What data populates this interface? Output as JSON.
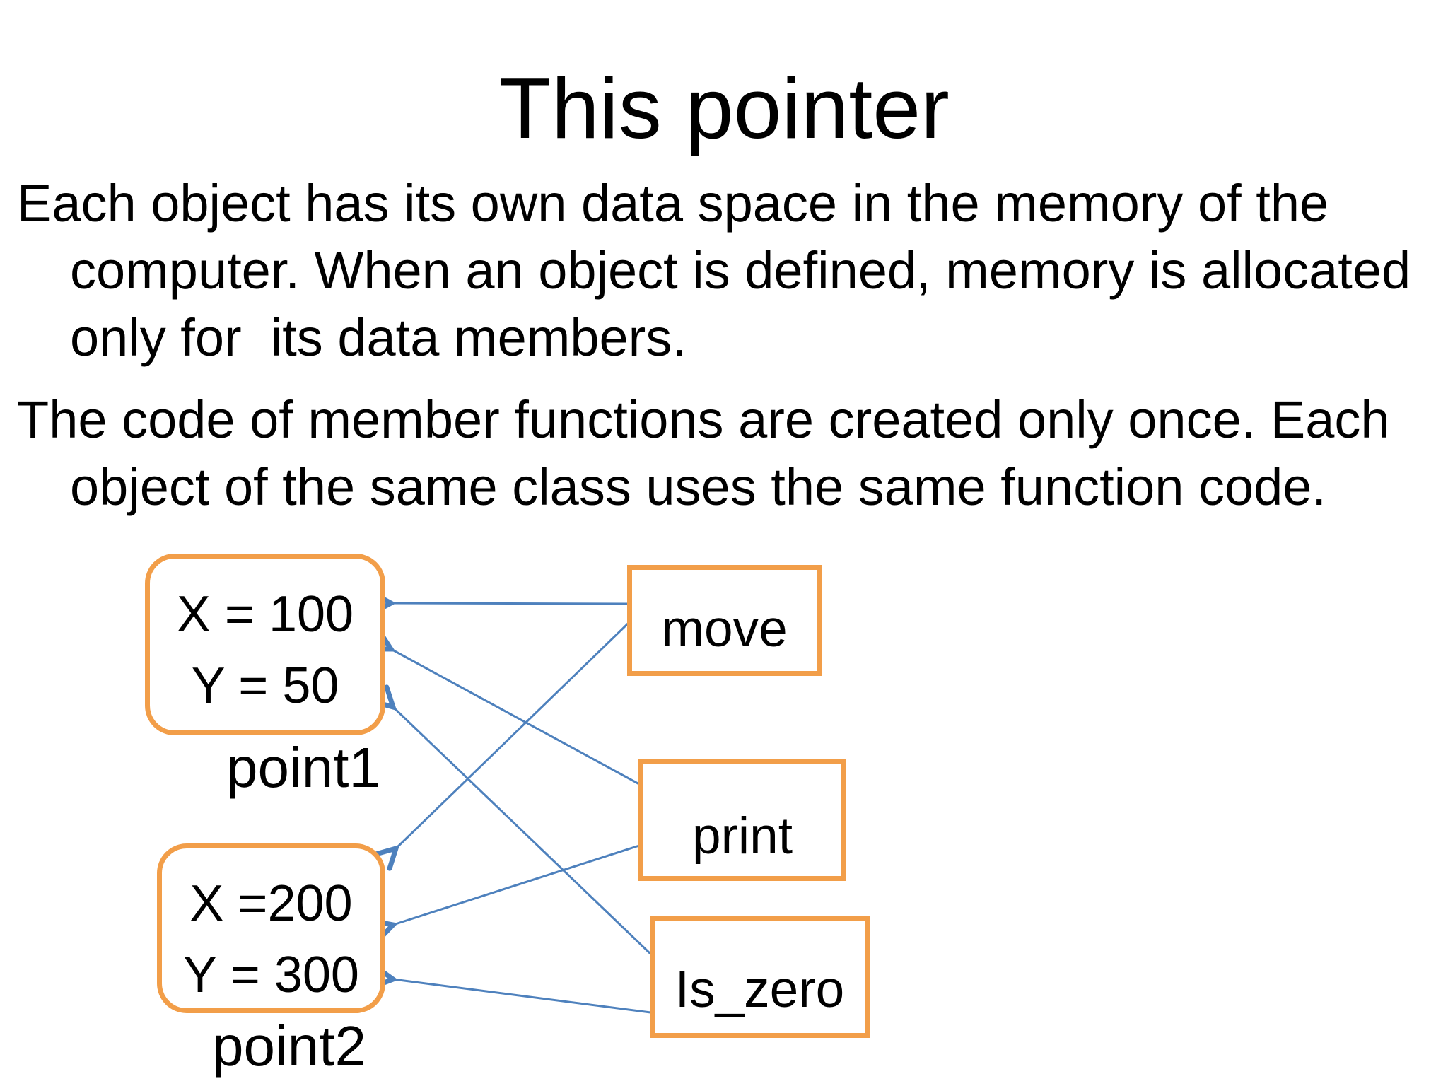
{
  "slide": {
    "title": "This pointer",
    "paragraph1": {
      "line1": "Each object has its own data space in the memory of the",
      "line2": "computer. When an object is defined, memory is allocated",
      "line3": "only for  its data members."
    },
    "paragraph2": {
      "line1": "The code of member functions are created only once. Each",
      "line2": "object of the same class uses the same function code."
    }
  },
  "diagram": {
    "objects": [
      {
        "id": "point1",
        "label": "point1",
        "fields": [
          "X = 100",
          "Y = 50"
        ]
      },
      {
        "id": "point2",
        "label": "point2",
        "fields": [
          "X =200",
          "Y = 300"
        ]
      }
    ],
    "functions": [
      {
        "id": "move",
        "label": "move"
      },
      {
        "id": "print",
        "label": "print"
      },
      {
        "id": "is_zero",
        "label": "Is_zero"
      }
    ],
    "arrows": [
      {
        "from": "move",
        "to": "point1"
      },
      {
        "from": "move",
        "to": "point2"
      },
      {
        "from": "print",
        "to": "point1"
      },
      {
        "from": "print",
        "to": "point2"
      },
      {
        "from": "Is_zero",
        "to": "point1"
      },
      {
        "from": "Is_zero",
        "to": "point2"
      }
    ],
    "colors": {
      "box_border": "#F29E49",
      "arrow": "#4E81BD",
      "text": "#000000",
      "background": "#FFFFFF"
    }
  }
}
